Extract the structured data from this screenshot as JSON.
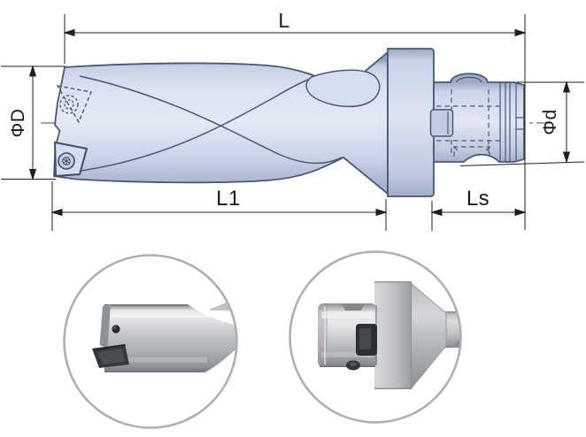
{
  "page": {
    "background": "#ffffff"
  },
  "drawing": {
    "labels": {
      "overall_length": "L",
      "flute_length": "L1",
      "shank_length": "Ls",
      "cutting_diameter": "ΦD",
      "shank_diameter": "Φd"
    },
    "colors": {
      "outline": "#4a5878",
      "body_light": "#e4eaf5",
      "body_dark": "#a9b5cf",
      "dimension_line": "#1f1f1f",
      "centerline": "#63718c",
      "inset_border": "#adafb2",
      "photo_metal_light": "#e9eaeb",
      "photo_metal_dark": "#7d8084",
      "insert_dark": "#34373b"
    }
  },
  "insets": {
    "items": [
      {
        "name": "drill-head-photo"
      },
      {
        "name": "shank-coupling-photo"
      }
    ]
  }
}
